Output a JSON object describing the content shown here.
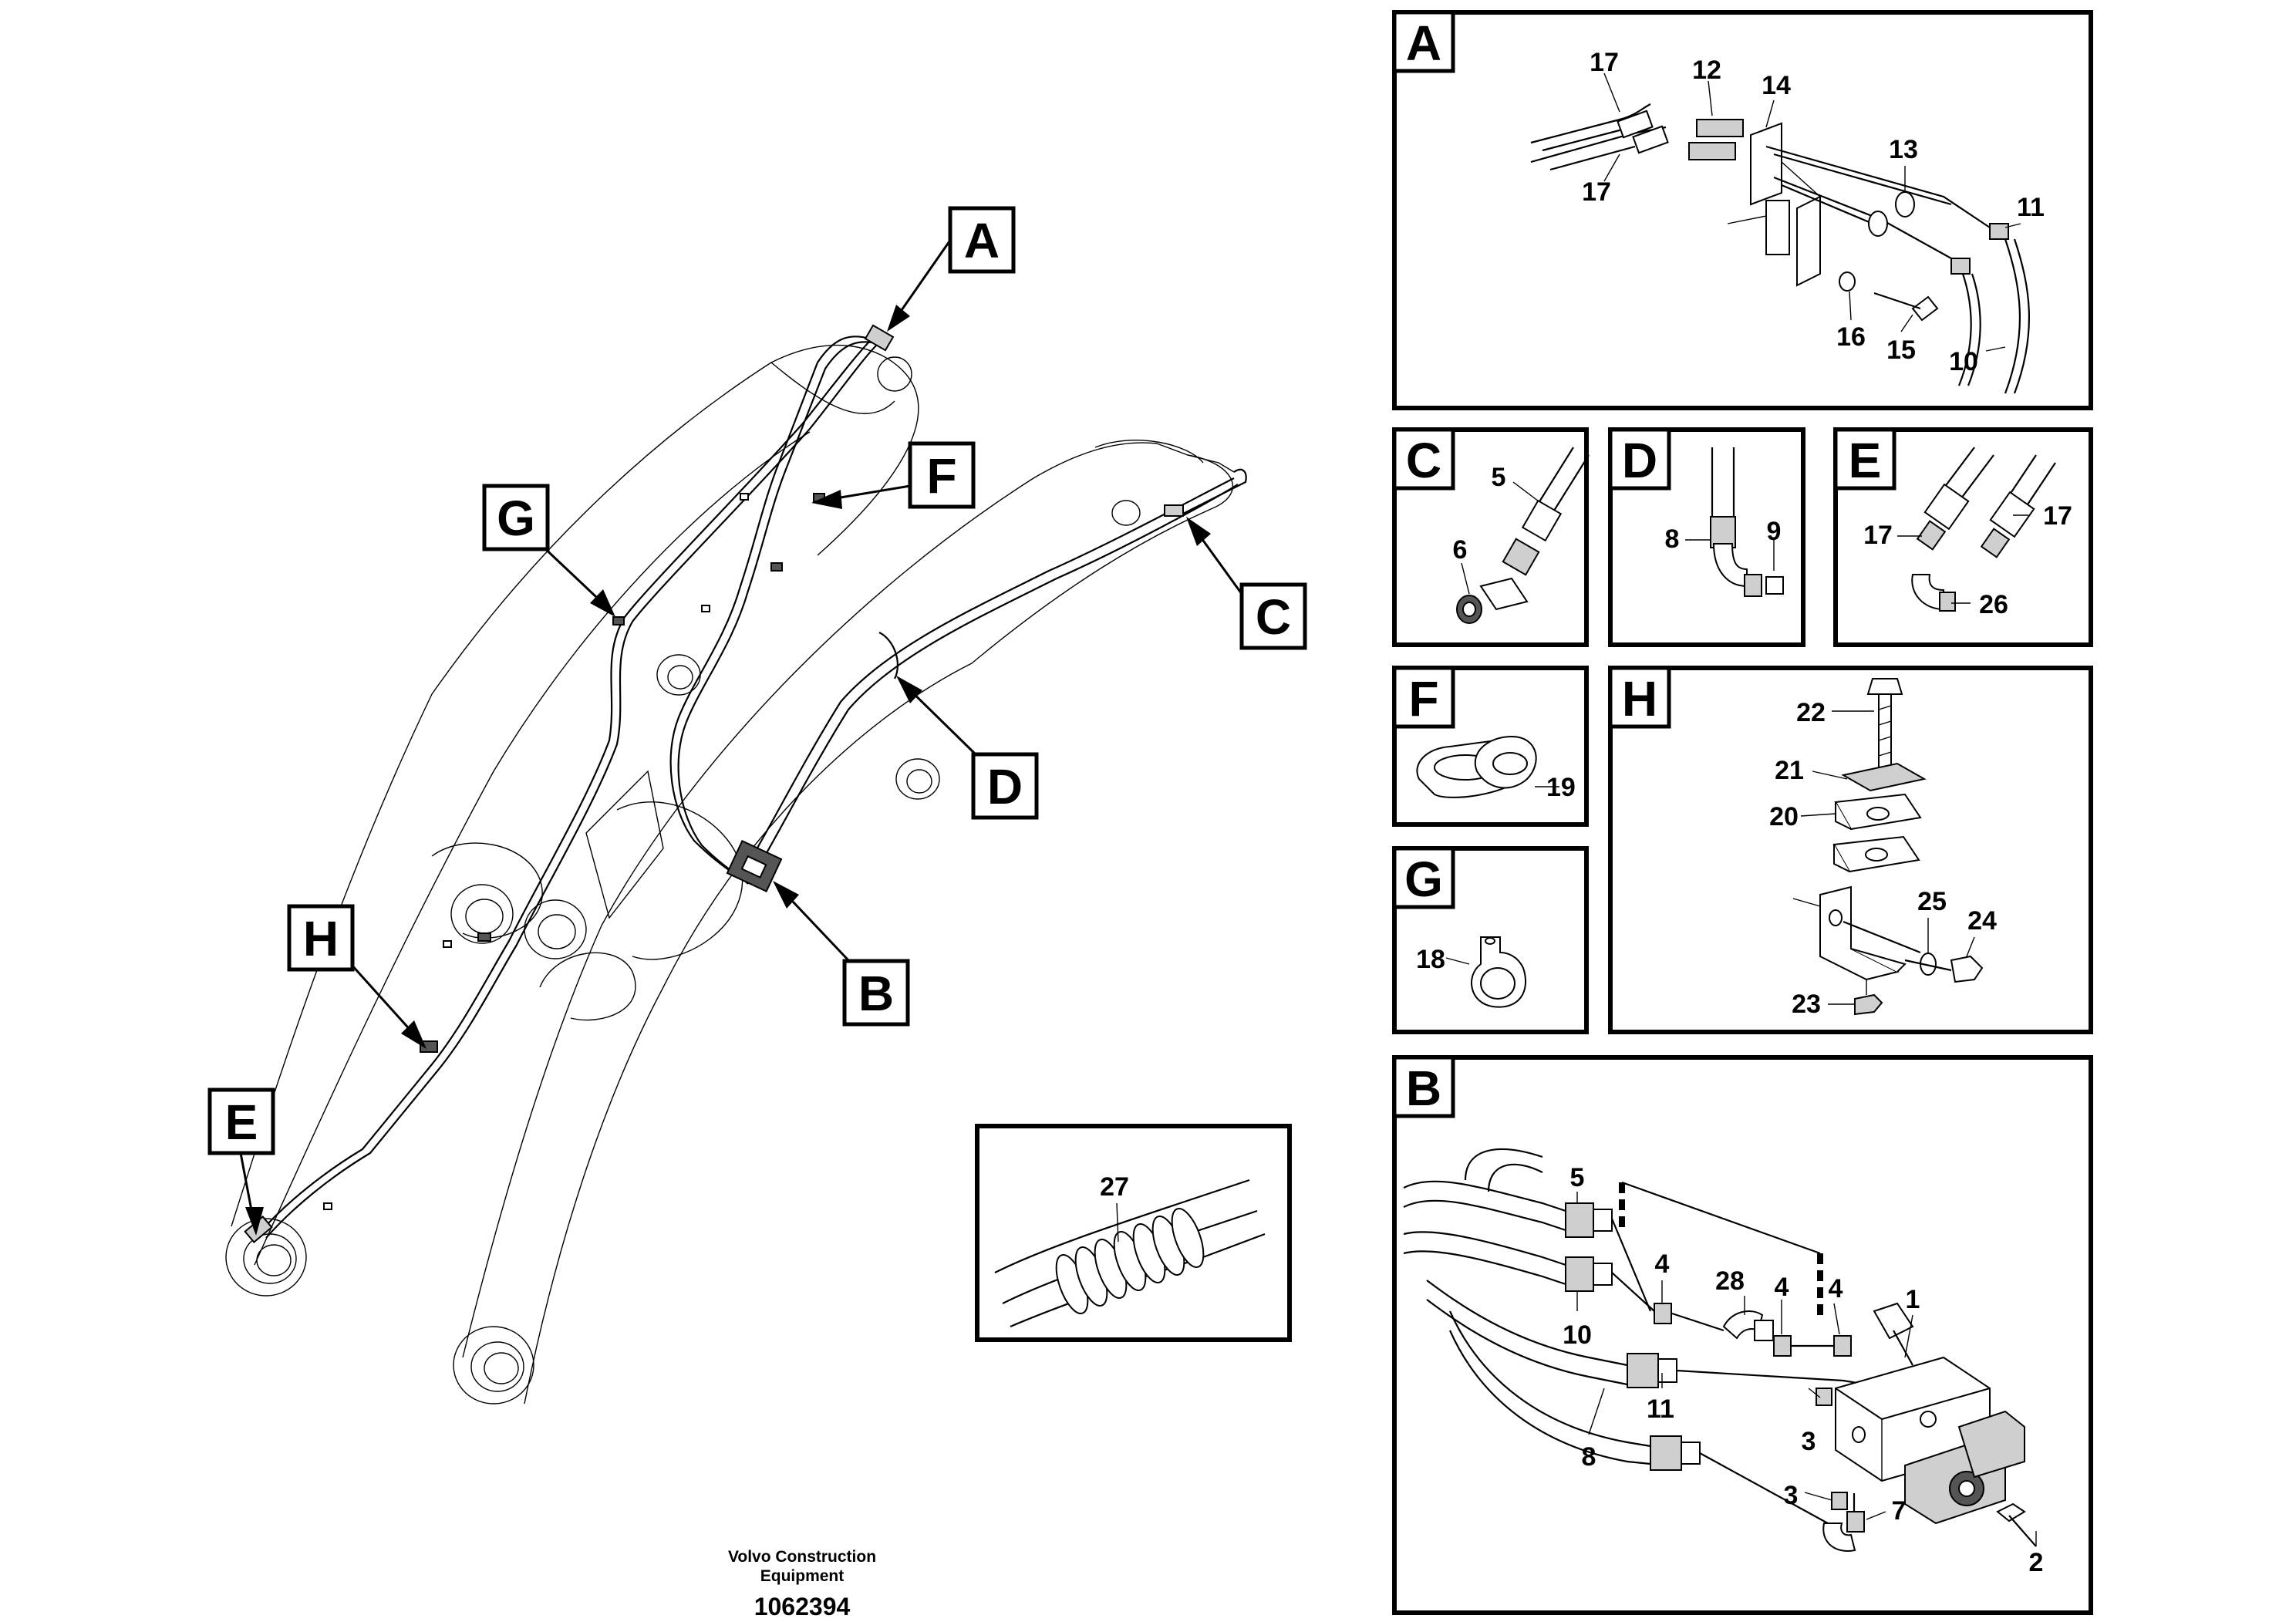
{
  "callouts": {
    "A": "A",
    "B": "B",
    "C": "C",
    "D": "D",
    "E": "E",
    "F": "F",
    "G": "G",
    "H": "H"
  },
  "detail_panels": {
    "A": {
      "title": "A",
      "parts": [
        "17",
        "12",
        "14",
        "13",
        "11",
        "17",
        "16",
        "15",
        "10"
      ]
    },
    "C": {
      "title": "C",
      "parts": [
        "5",
        "6"
      ]
    },
    "D": {
      "title": "D",
      "parts": [
        "8",
        "9"
      ]
    },
    "E": {
      "title": "E",
      "parts": [
        "17",
        "17",
        "26"
      ]
    },
    "F": {
      "title": "F",
      "parts": [
        "19"
      ]
    },
    "G": {
      "title": "G",
      "parts": [
        "18"
      ]
    },
    "H": {
      "title": "H",
      "parts": [
        "22",
        "21",
        "20",
        "25",
        "24",
        "23"
      ]
    },
    "B": {
      "title": "B",
      "parts": [
        "5",
        "4",
        "28",
        "4",
        "4",
        "1",
        "10",
        "11",
        "3",
        "8",
        "3",
        "7",
        "2"
      ]
    }
  },
  "inset_27": {
    "part": "27"
  },
  "footer": {
    "company_line1": "Volvo Construction",
    "company_line2": "Equipment",
    "document_number": "1062394"
  }
}
